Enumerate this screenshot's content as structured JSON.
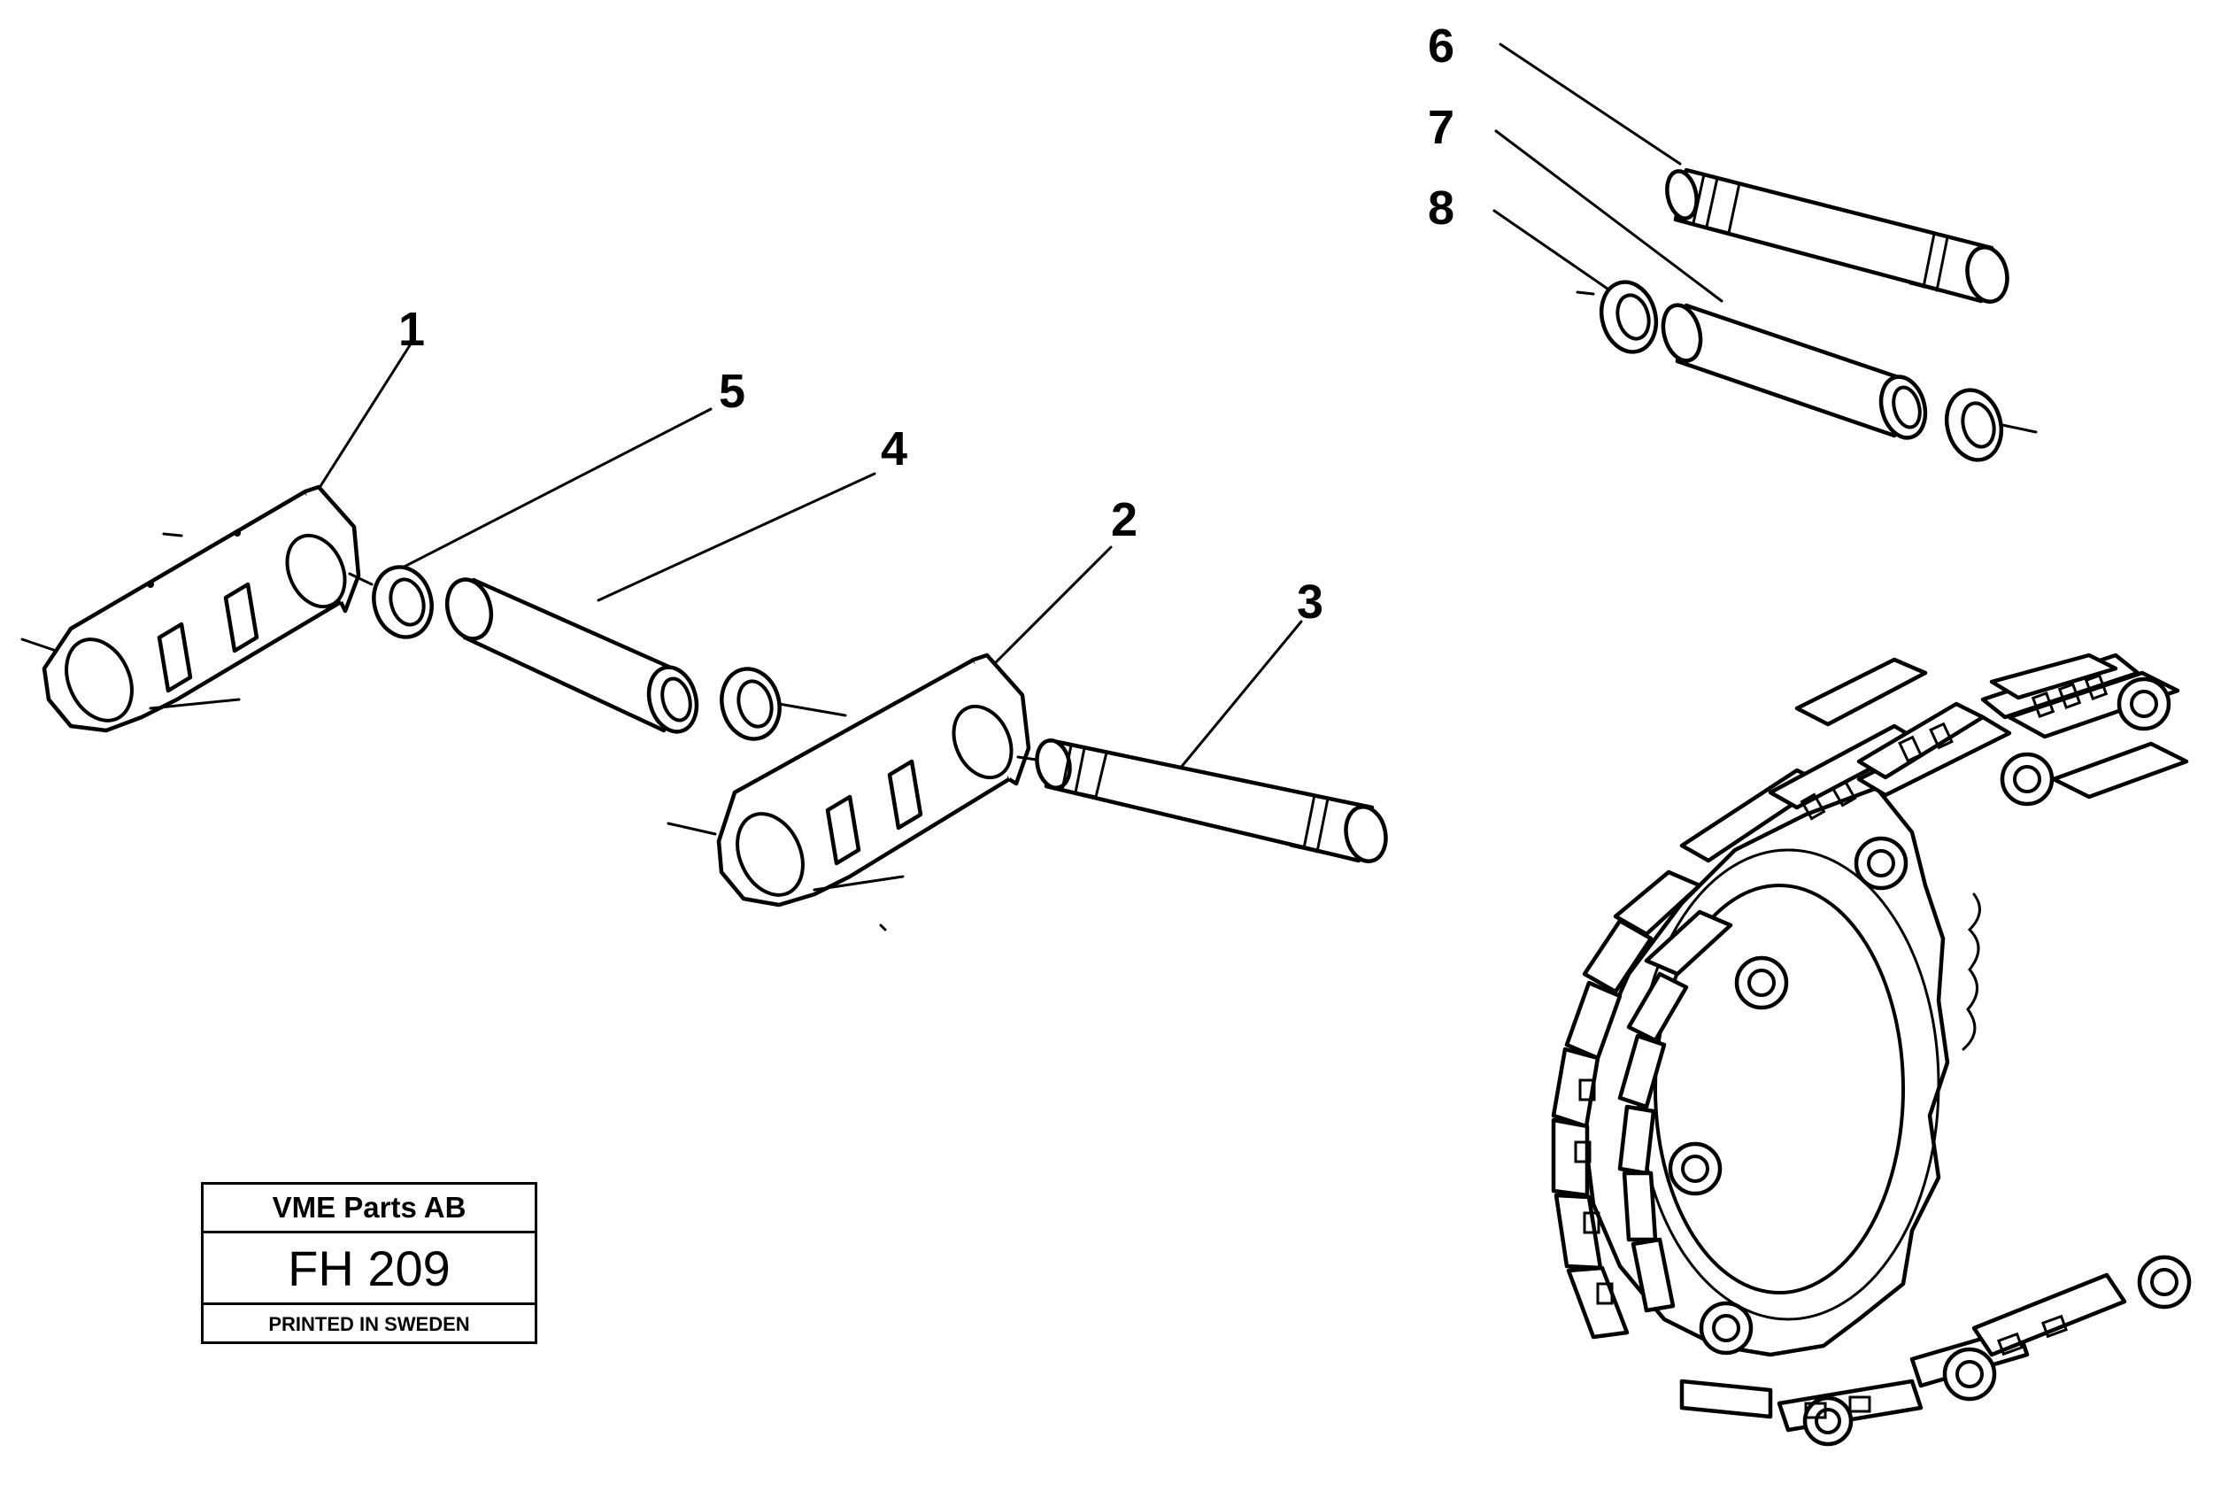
{
  "callouts": [
    {
      "id": "1",
      "label": "1"
    },
    {
      "id": "2",
      "label": "2"
    },
    {
      "id": "3",
      "label": "3"
    },
    {
      "id": "4",
      "label": "4"
    },
    {
      "id": "5",
      "label": "5"
    },
    {
      "id": "6",
      "label": "6"
    },
    {
      "id": "7",
      "label": "7"
    },
    {
      "id": "8",
      "label": "8"
    }
  ],
  "stamp": {
    "company": "VME Parts AB",
    "code": "FH 209",
    "origin": "PRINTED IN SWEDEN"
  }
}
